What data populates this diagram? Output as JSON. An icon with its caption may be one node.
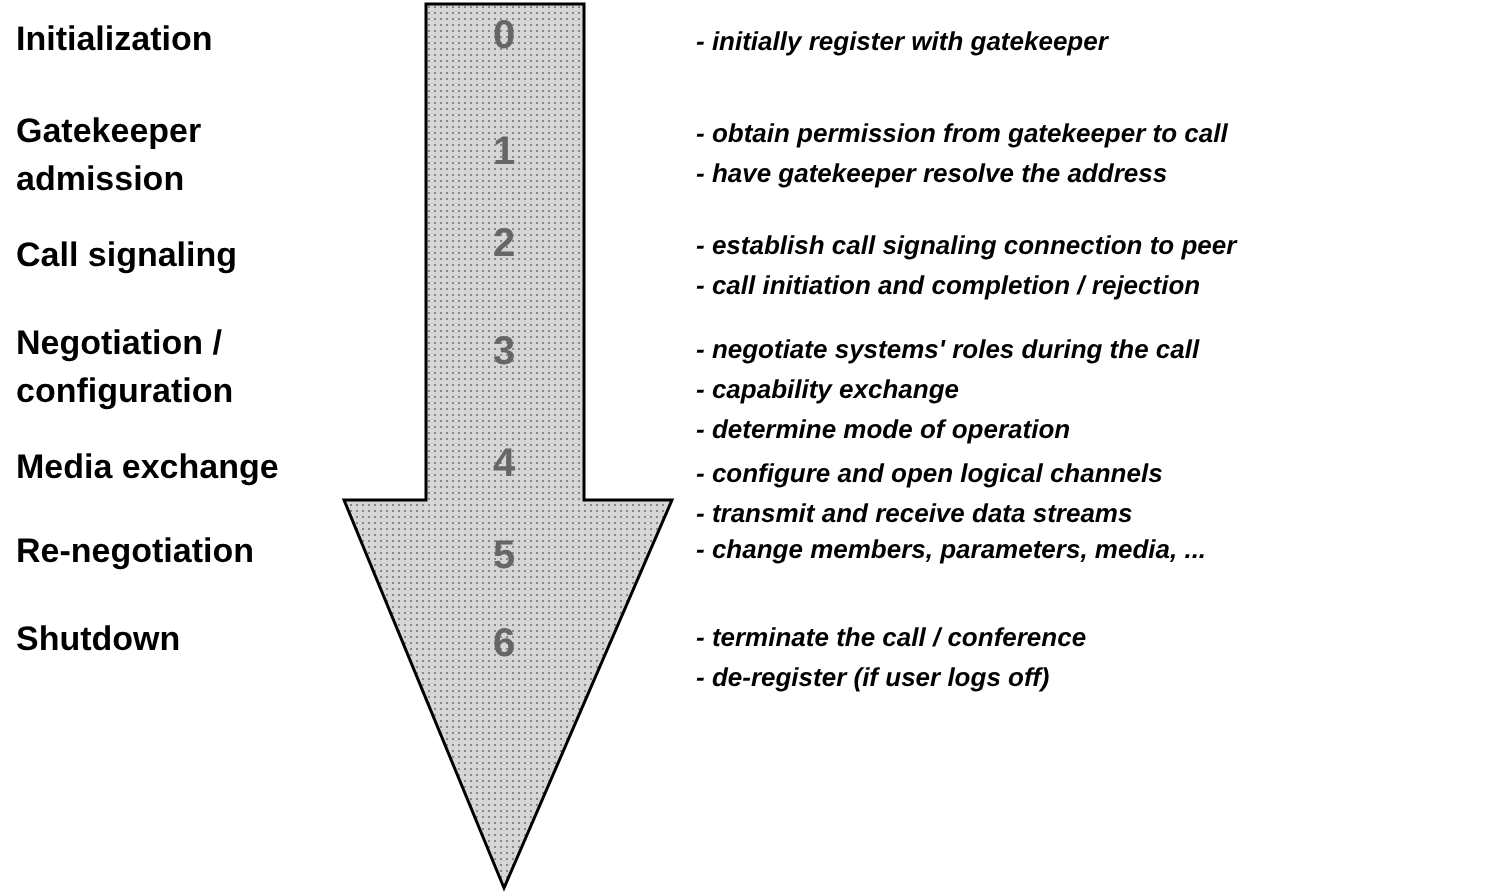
{
  "diagram": {
    "nodes": [
      {
        "text": [
          "0",
          "1",
          "2",
          "3",
          "4",
          "5",
          "6"
        ]
      }
    ],
    "labels": [
      "Initialization",
      "- initially register with gatekeeper",
      "Gatekeeper admission",
      "- obtain permission from gatekeeper to call",
      "- have gatekeeper resolve the address",
      "Call signaling",
      "- establish call signaling connection to peer",
      "- call initiation and completion / rejection",
      "Negotiation / configuration",
      "- negotiate systems' roles during the call",
      "- capability exchange",
      "- determine mode of operation",
      "Media exchange",
      "- configure and open logical channels",
      "- transmit and receive data streams",
      "Re-negotiation",
      "- change members, parameters, media, ...",
      "Shutdown",
      "- terminate the call / conference",
      "- de-register (if user logs off)"
    ]
  }
}
